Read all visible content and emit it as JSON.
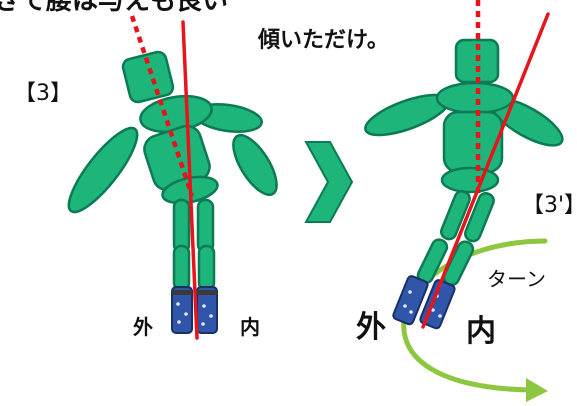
{
  "labels": {
    "top_cut": "きで腰は与えも良い",
    "lean_caption": "傾いただけ。",
    "step_left": "【3】",
    "step_right": "【3'】",
    "turn": "ターン",
    "outer_left": "外",
    "inner_left": "内",
    "outer_right": "外",
    "inner_right": "内"
  },
  "colors": {
    "figure": "#1db57a",
    "figure_outline": "#0b7a55",
    "lean_line": "#e8141c",
    "turn_arrow": "#8dc63f",
    "boot": "#2f56a8"
  },
  "icons": {
    "separator": "chevron-right-icon"
  }
}
